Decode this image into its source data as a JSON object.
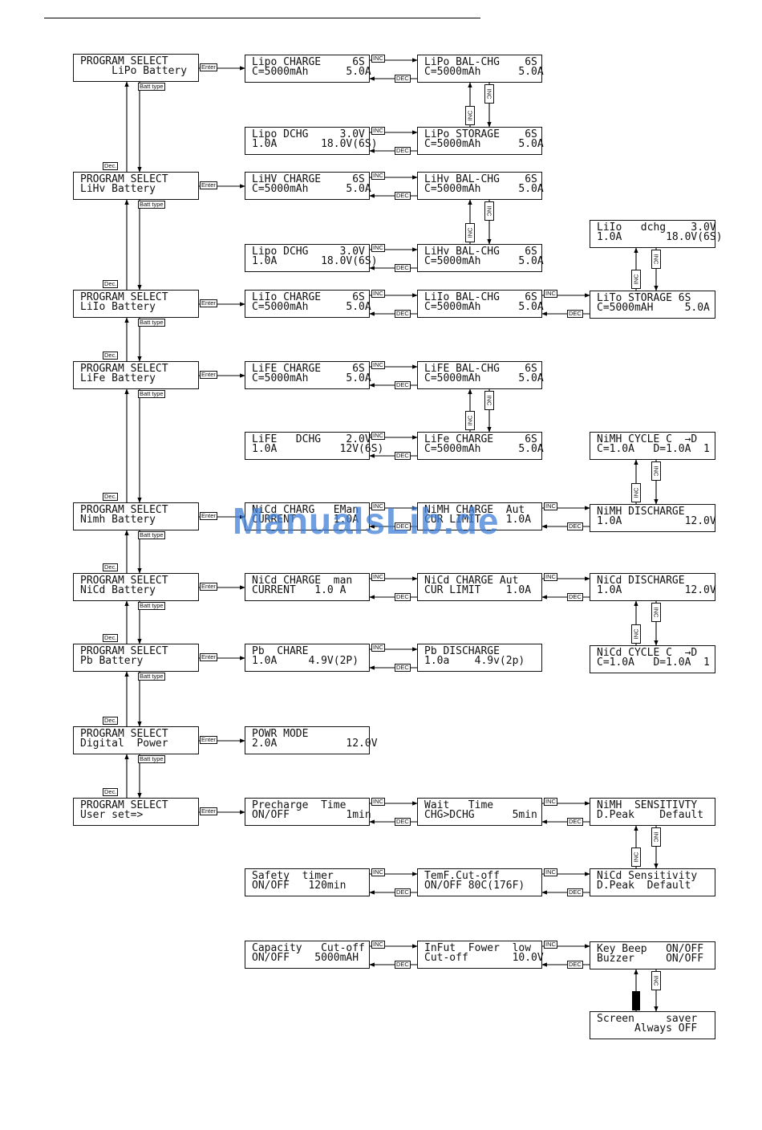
{
  "screens": {
    "ps_lipo": [
      "PROGRAM SELECT",
      "     LiPo Battery"
    ],
    "lipo_charge": [
      "Lipo CHARGE     6S",
      "C=5000mAh      5.0A"
    ],
    "lipo_balchg": [
      "LiPo BAL-CHG    6S",
      "C=5000mAh      5.0A"
    ],
    "lipo_dchg": [
      "Lipo DCHG     3.0V",
      "1.0A       18.0V(6S)"
    ],
    "lipo_storage": [
      "LiPo STORAGE    6S",
      "C=5000mAh      5.0A"
    ],
    "ps_lihv": [
      "PROGRAM SELECT",
      "LiHv Battery"
    ],
    "lihv_charge": [
      "LiHV CHARGE     6S",
      "C=5000mAh      5.0A"
    ],
    "lihv_balchg": [
      "LiHv BAL-CHG    6S",
      "C=5000mAh      5.0A"
    ],
    "lihv_dchg": [
      "Lipo DCHG     3.0V",
      "1.0A       18.0V(6S)"
    ],
    "lihv_balchg2": [
      "LiHv BAL-CHG    6S",
      "C=5000mAh      5.0A"
    ],
    "lilo_dchg": [
      "LiIo   dchg    3.0V",
      "1.0A       18.0V(6S)"
    ],
    "ps_lilo": [
      "PROGRAM SELECT",
      "LiIo Battery"
    ],
    "lilo_charge": [
      "LiIo CHARGE     6S",
      "C=5000mAh      5.0A"
    ],
    "lilo_balchg": [
      "LiIo BAL-CHG    6S",
      "C=5000mAh      5.0A"
    ],
    "lilo_storage": [
      "LiTo STORAGE 6S",
      "C=5000mAH     5.0A"
    ],
    "ps_life": [
      "PROGRAM SELECT",
      "LiFe Battery"
    ],
    "life_charge": [
      "LiFE CHARGE     6S",
      "C=5000mAh      5.0A"
    ],
    "life_balchg": [
      "LiFE BAL-CHG    6S",
      "C=5000mAh      5.0A"
    ],
    "life_dchg": [
      "LiFE   DCHG    2.0V",
      "1.0A          12V(6S)"
    ],
    "life_charge2": [
      "LiFe CHARGE     6S",
      "C=5000mAh      5.0A"
    ],
    "nimh_cycle": [
      "NiMH CYCLE C  →D",
      "C=1.0A   D=1.0A  1"
    ],
    "ps_nimh": [
      "PROGRAM SELECT",
      "Nimh Battery"
    ],
    "nimh_charg": [
      "NiCd CHARG   EMan",
      "CURRENT      1.0A"
    ],
    "nimh_charge_aut": [
      "NiMH CHARGE  Aut",
      "CUR LIMIT    1.0A"
    ],
    "nimh_discharge": [
      "NiMH DISCHARGE",
      "1.0A          12.0V"
    ],
    "ps_nicd": [
      "PROGRAM SELECT",
      "NiCd Battery"
    ],
    "nicd_charge_man": [
      "NiCd CHARGE  man",
      "CURRENT   1.0 A"
    ],
    "nicd_charge_aut": [
      "NiCd CHARGE Aut",
      "CUR LIMIT    1.0A"
    ],
    "nicd_discharge": [
      "NiCd DISCHARGE",
      "1.0A          12.0V"
    ],
    "nicd_cycle": [
      "NiCd CYCLE C  →D",
      "C=1.0A   D=1.0A  1"
    ],
    "ps_pb": [
      "PROGRAM SELECT",
      "Pb Battery"
    ],
    "pb_chare": [
      "Pb  CHARE",
      "1.0A     4.9V(2P)"
    ],
    "pb_discharge": [
      "Pb DISCHARGE",
      "1.0a    4.9v(2p)"
    ],
    "ps_digital": [
      "PROGRAM SELECT",
      "Digital  Power"
    ],
    "powr_mode": [
      "POWR MODE",
      "2.0A           12.0V"
    ],
    "ps_user": [
      "PROGRAM SELECT",
      "User set=>"
    ],
    "precharge": [
      "Precharge  Time",
      "ON/OFF         1min"
    ],
    "wait_time": [
      "Wait   Time",
      "CHG>DCHG      5min"
    ],
    "nimh_sens": [
      "NiMH  SENSITIVTY",
      "D.Peak    Default"
    ],
    "safety": [
      "Safety  timer",
      "ON/OFF   120min"
    ],
    "temp_cut": [
      "TemF.Cut-off",
      "ON/OFF 80C(176F)"
    ],
    "nicd_sens": [
      "NiCd Sensitivity",
      "D.Peak  Default"
    ],
    "capacity": [
      "Capacity   Cut-off",
      "ON/OFF    5000mAH"
    ],
    "input_low": [
      "InFut  Fower  low",
      "Cut-off       10.0V"
    ],
    "key_beep": [
      "Key Beep   ON/OFF",
      "Buzzer     ON/OFF"
    ],
    "screen_saver": [
      "Screen     saver",
      "      Always OFF"
    ]
  },
  "tags": {
    "enter": "Enter",
    "batt_type": "Batt type",
    "dec_small": "Dec.",
    "inc": "INC",
    "dec": "DEC"
  },
  "watermark": "ManualsLib.de"
}
